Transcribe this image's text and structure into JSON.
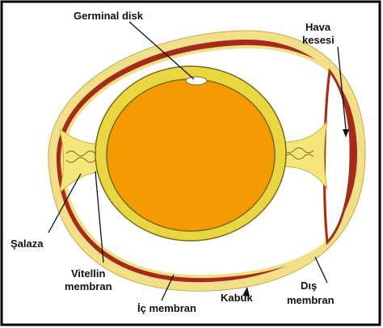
{
  "labels": {
    "germinal_disk": "Germinal disk",
    "hava_kesesi_line1": "Hava",
    "hava_kesesi_line2": "kesesi",
    "salaza": "Şalaza",
    "vitellin_line1": "Vitellin",
    "vitellin_line2": "membran",
    "ic_membran": "İç membran",
    "kabuk": "Kabuk",
    "dis_line1": "Dış",
    "dis_line2": "membran"
  },
  "colors": {
    "frame": "#000000",
    "shell": "#f2df8a",
    "inner_membrane": "#a52a1a",
    "albumen": "#ffffff",
    "chalaza": "#f5e67a",
    "yolk_ring": "#e9d640",
    "yolk": "#f59a00",
    "germinal_disk": "#ffffff",
    "leader": "#111111"
  }
}
